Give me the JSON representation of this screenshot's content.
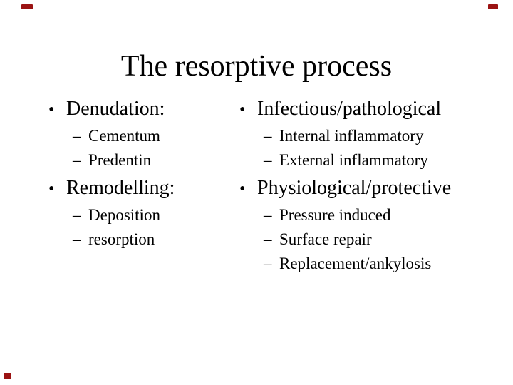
{
  "slide": {
    "title": "The resorptive process",
    "background_color": "#ffffff",
    "text_color": "#000000",
    "bullet_char": "•",
    "sub_bullet_char": "–",
    "columns": [
      {
        "items": [
          {
            "label": "Denudation:",
            "sub_items": [
              "Cementum",
              "Predentin"
            ]
          },
          {
            "label": "Remodelling:",
            "sub_items": [
              "Deposition",
              "resorption"
            ]
          }
        ]
      },
      {
        "items": [
          {
            "label": "Infectious/pathological",
            "sub_items": [
              "Internal inflammatory",
              "External inflammatory"
            ]
          },
          {
            "label": "Physiological/protective",
            "sub_items": [
              "Pressure induced",
              "Surface repair",
              "Replacement/ankylosis"
            ]
          }
        ]
      }
    ],
    "corner_marks": {
      "color": "#9b1313"
    }
  }
}
